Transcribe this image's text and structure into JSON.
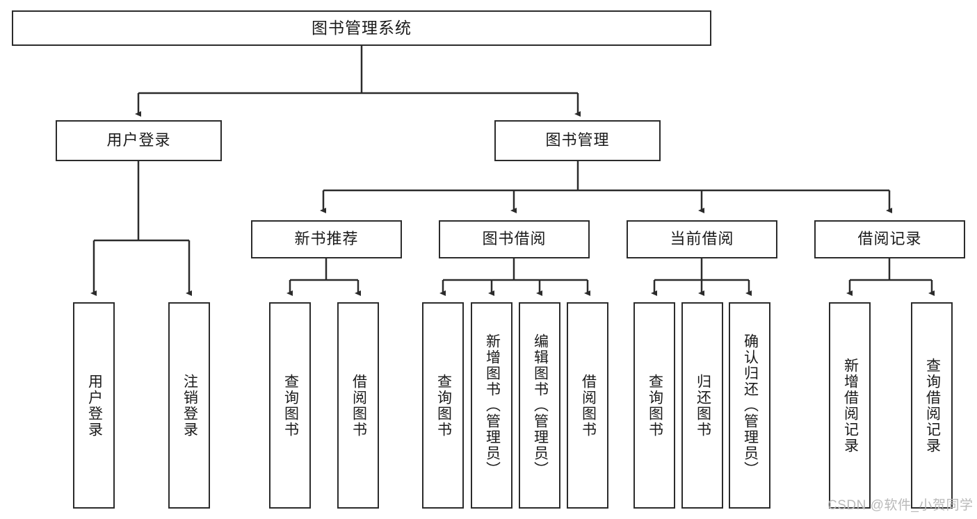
{
  "diagram": {
    "title": "图书管理系统",
    "watermark": "CSDN @软件_小贺同学",
    "colors": {
      "stroke": "#2b2b2b",
      "fill": "#ffffff",
      "text": "#1a1a1a",
      "watermark": "#b9b9b9"
    },
    "levels": {
      "root": {
        "label": "图书管理系统"
      },
      "level2": [
        {
          "id": "user-login",
          "label": "用户登录"
        },
        {
          "id": "book-management",
          "label": "图书管理"
        }
      ],
      "level3": [
        {
          "id": "new-book-recommend",
          "label": "新书推荐",
          "parent": "book-management"
        },
        {
          "id": "book-borrow",
          "label": "图书借阅",
          "parent": "book-management"
        },
        {
          "id": "current-borrow",
          "label": "当前借阅",
          "parent": "book-management"
        },
        {
          "id": "borrow-record",
          "label": "借阅记录",
          "parent": "book-management"
        }
      ],
      "leaves": [
        {
          "id": "leaf-user-login",
          "label": "用户登录",
          "parent": "user-login"
        },
        {
          "id": "leaf-user-logout",
          "label": "注销登录",
          "parent": "user-login"
        },
        {
          "id": "leaf-query-book-1",
          "label": "查询图书",
          "parent": "new-book-recommend"
        },
        {
          "id": "leaf-borrow-book-1",
          "label": "借阅图书",
          "parent": "new-book-recommend"
        },
        {
          "id": "leaf-query-book-2",
          "label": "查询图书",
          "parent": "book-borrow"
        },
        {
          "id": "leaf-add-book",
          "label": "新增图书（管理员）",
          "parent": "book-borrow"
        },
        {
          "id": "leaf-edit-book",
          "label": "编辑图书（管理员）",
          "parent": "book-borrow"
        },
        {
          "id": "leaf-borrow-book-2",
          "label": "借阅图书",
          "parent": "book-borrow"
        },
        {
          "id": "leaf-query-book-3",
          "label": "查询图书",
          "parent": "current-borrow"
        },
        {
          "id": "leaf-return-book",
          "label": "归还图书",
          "parent": "current-borrow"
        },
        {
          "id": "leaf-confirm-return",
          "label": "确认归还（管理员）",
          "parent": "current-borrow"
        },
        {
          "id": "leaf-add-record",
          "label": "新增借阅记录",
          "parent": "borrow-record"
        },
        {
          "id": "leaf-query-record",
          "label": "查询借阅记录",
          "parent": "borrow-record"
        }
      ]
    }
  }
}
